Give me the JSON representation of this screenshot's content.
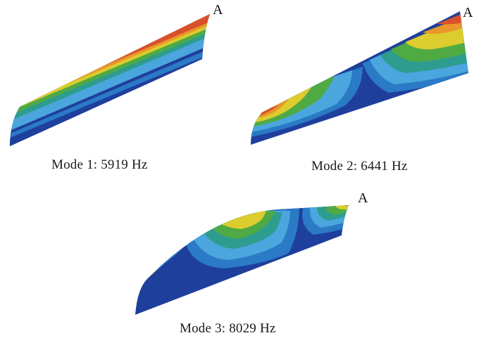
{
  "colors": {
    "red": "#d8502c",
    "orange": "#e9962a",
    "yellow": "#dccc2e",
    "green": "#4faa44",
    "teal": "#2e9c8e",
    "sky": "#4aa6dc",
    "blue": "#2a7ac6",
    "navy": "#1f3f9c"
  },
  "captions": {
    "mode1": "Mode 1: 5919 Hz",
    "mode2": "Mode 2: 6441 Hz",
    "mode3": "Mode 3: 8029 Hz"
  },
  "marker": "A"
}
